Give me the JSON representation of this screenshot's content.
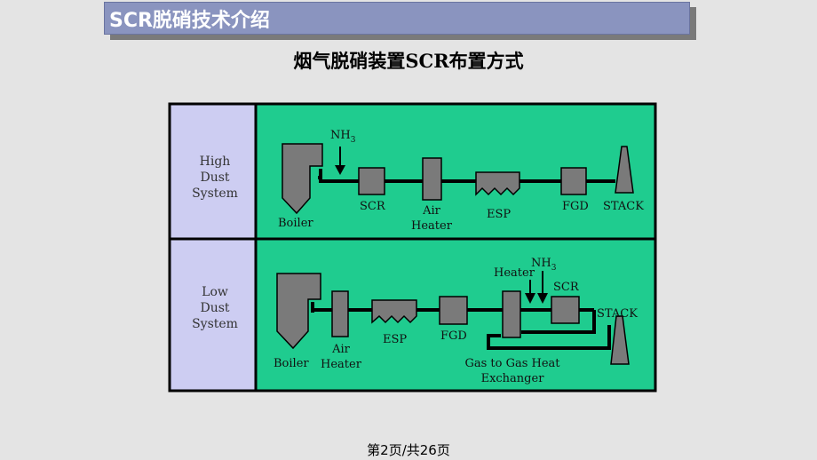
{
  "header": {
    "title": "SCR脱硝技术介绍"
  },
  "subtitle": "烟气脱硝装置SCR布置方式",
  "diagram": {
    "colors": {
      "left_panel": "#cdcdf2",
      "right_panel": "#1fcc8f",
      "equipment": "#7a7a7a",
      "title_bar": "#8a94bf"
    },
    "high_dust": {
      "system_label": [
        "High",
        "Dust",
        "System"
      ],
      "nh3": "NH",
      "nh3_sub": "3",
      "boiler": "Boiler",
      "scr": "SCR",
      "air_heater": [
        "Air",
        "Heater"
      ],
      "esp": "ESP",
      "fgd": "FGD",
      "stack": "STACK"
    },
    "low_dust": {
      "system_label": [
        "Low",
        "Dust",
        "System"
      ],
      "boiler": "Boiler",
      "air_heater": [
        "Air",
        "Heater"
      ],
      "esp": "ESP",
      "fgd": "FGD",
      "heater": "Heater",
      "nh3": "NH",
      "nh3_sub": "3",
      "scr": "SCR",
      "stack": "STACK",
      "ggh": [
        "Gas to Gas Heat",
        "Exchanger"
      ]
    }
  },
  "footer": {
    "page": "第2页/共26页"
  }
}
